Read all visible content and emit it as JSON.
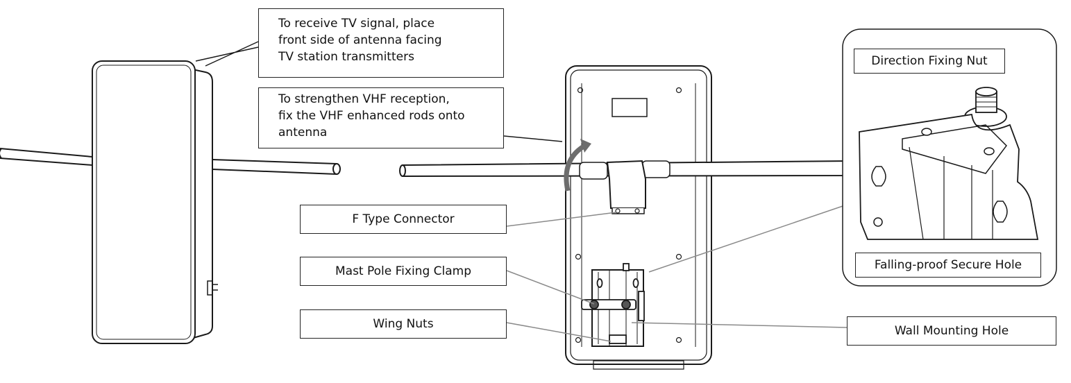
{
  "callouts": {
    "front_side": [
      "To receive TV signal, place",
      "front side of antenna facing",
      "TV station transmitters"
    ],
    "vhf_rods": [
      "To strengthen VHF reception,",
      "fix the VHF enhanced rods onto",
      "antenna"
    ],
    "f_connector": "F Type Connector",
    "mast_clamp": "Mast Pole Fixing Clamp",
    "wing_nuts": "Wing Nuts",
    "wall_hole": "Wall Mounting Hole"
  },
  "detail": {
    "direction_nut": "Direction Fixing Nut",
    "secure_hole": "Falling-proof Secure Hole"
  },
  "colors": {
    "outline": "#1a1a1a",
    "leader": "#8a8a8a",
    "arrow": "#6d6d6d"
  }
}
